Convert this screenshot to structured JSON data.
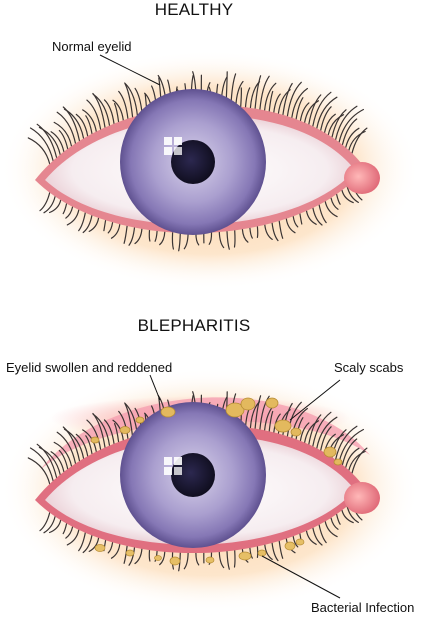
{
  "panels": [
    {
      "title": "HEALTHY",
      "callouts": [
        {
          "text": "Normal eyelid"
        }
      ]
    },
    {
      "title": "BLEPHARITIS",
      "callouts": [
        {
          "text": "Eyelid swollen and reddened"
        },
        {
          "text": "Scaly scabs"
        },
        {
          "text": "Bacterial Infection"
        }
      ]
    }
  ],
  "colors": {
    "skin_glow": "#fbd5a6",
    "lid_rim": "#e07b86",
    "sclera": "#f7eef0",
    "iris_outer": "#7a6aa8",
    "iris_inner": "#c9c0e0",
    "pupil": "#1b1830",
    "scab": "#e0b660",
    "lash": "#3a3433"
  }
}
